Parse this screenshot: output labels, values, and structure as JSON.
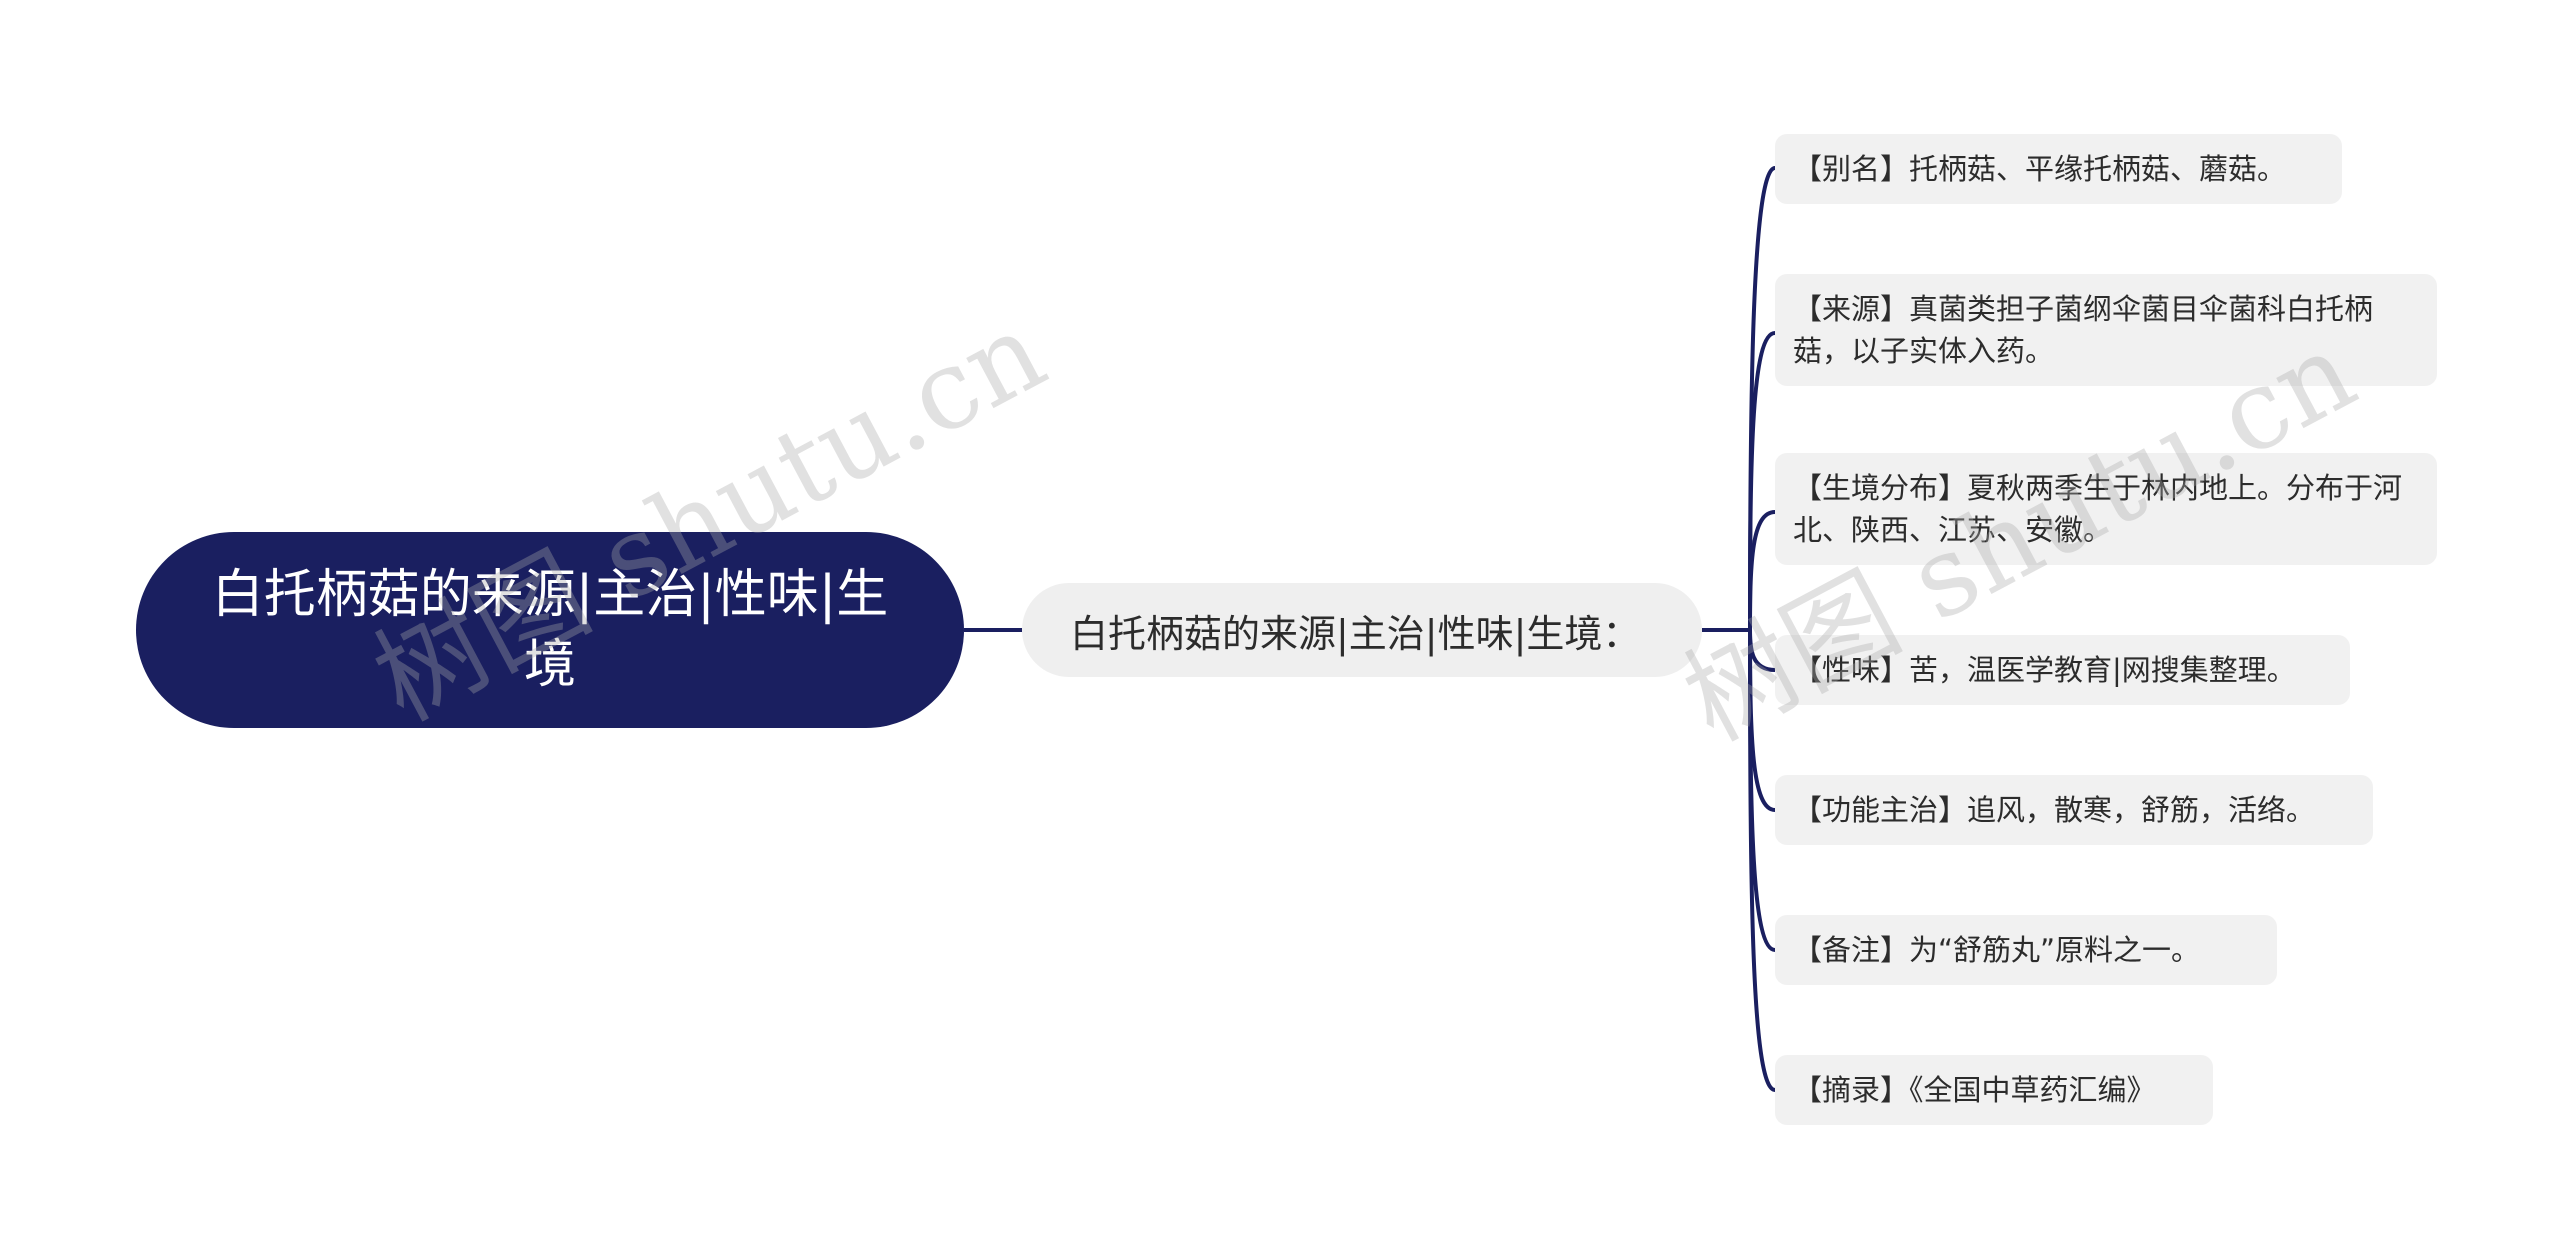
{
  "root": {
    "label": "白托柄菇的来源|主治|性味|生境"
  },
  "subtopic": {
    "label": "白托柄菇的来源|主治|性味|生境："
  },
  "leaves": [
    "【别名】托柄菇、平缘托柄菇、蘑菇。",
    "【来源】真菌类担子菌纲伞菌目伞菌科白托柄菇，以子实体入药。",
    "【生境分布】夏秋两季生于林内地上。分布于河北、陕西、江苏、安徽。",
    "【性味】苦，温医学教育|网搜集整理。",
    "【功能主治】追风，散寒，舒筋，活络。",
    "【备注】为“舒筋丸”原料之一。",
    "【摘录】《全国中草药汇编》"
  ],
  "watermark": "树图 shutu.cn",
  "colors": {
    "root_fill": "#1a1f60",
    "connector": "#1a1f60",
    "node_fill": "#efefef"
  }
}
